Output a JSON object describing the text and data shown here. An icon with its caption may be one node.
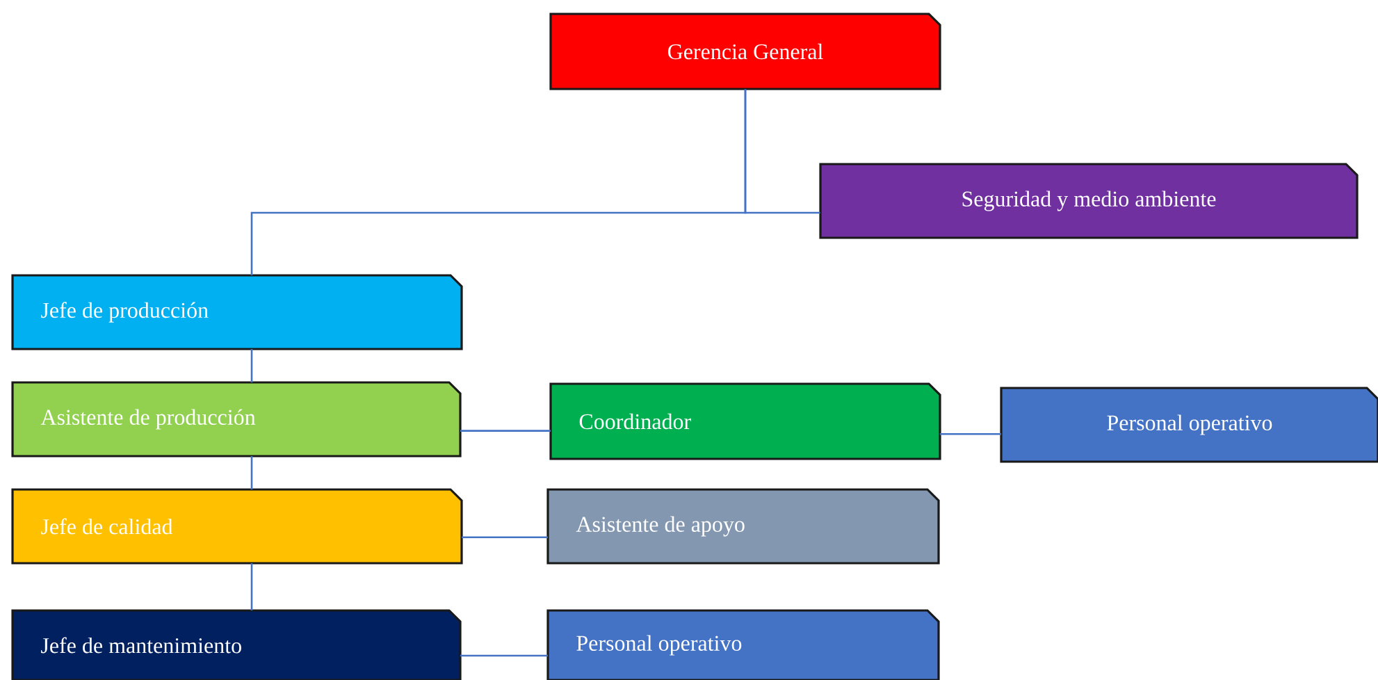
{
  "diagram": {
    "nodes": [
      {
        "text": [
          "Gerencia General"
        ]
      },
      {
        "text": [
          "Seguridad y medio ambiente"
        ]
      },
      {
        "text": [
          "Jefe de producción"
        ]
      },
      {
        "text": [
          "Asistente de producción"
        ]
      },
      {
        "text": [
          "Coordinador"
        ]
      },
      {
        "text": [
          "Personal operativo"
        ]
      },
      {
        "text": [
          "Jefe de calidad"
        ]
      },
      {
        "text": [
          "Asistente de apoyo"
        ]
      },
      {
        "text": [
          "Jefe de mantenimiento"
        ]
      },
      {
        "text": [
          "Personal operativo"
        ]
      }
    ],
    "edges": [
      {
        "from": 0,
        "to": 1,
        "arrow": "none"
      },
      {
        "from": 0,
        "to": 2,
        "arrow": "none"
      },
      {
        "from": 2,
        "to": 3,
        "arrow": "none"
      },
      {
        "from": 3,
        "to": 4,
        "arrow": "none"
      },
      {
        "from": 4,
        "to": 5,
        "arrow": "none"
      },
      {
        "from": 3,
        "to": 6,
        "arrow": "none"
      },
      {
        "from": 6,
        "to": 7,
        "arrow": "none"
      },
      {
        "from": 6,
        "to": 8,
        "arrow": "none"
      },
      {
        "from": 8,
        "to": 9,
        "arrow": "none"
      }
    ]
  }
}
